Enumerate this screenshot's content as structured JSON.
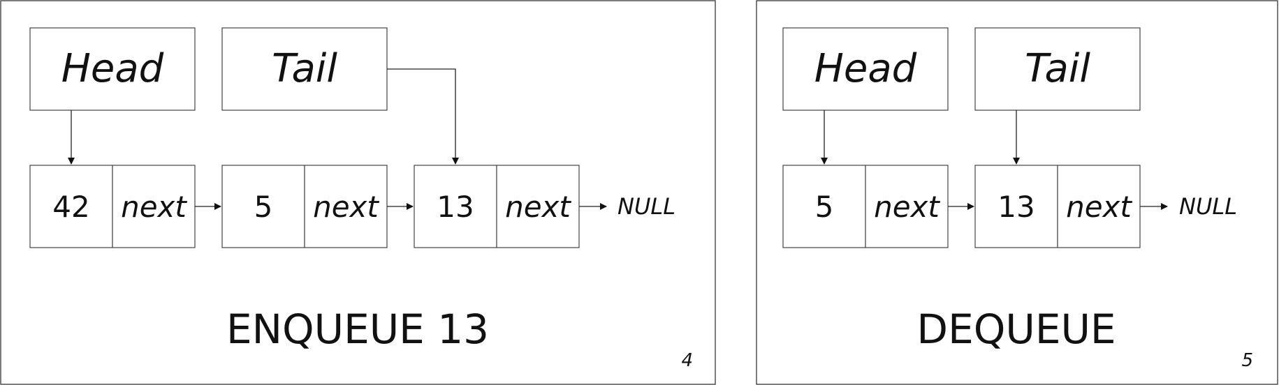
{
  "slides": [
    {
      "head_label": "Head",
      "tail_label": "Tail",
      "nodes": [
        {
          "value": "42",
          "next_label": "next"
        },
        {
          "value": "5",
          "next_label": "next"
        },
        {
          "value": "13",
          "next_label": "next"
        }
      ],
      "null_label": "NULL",
      "operation": "ENQUEUE 13",
      "slide_number": "4"
    },
    {
      "head_label": "Head",
      "tail_label": "Tail",
      "nodes": [
        {
          "value": "5",
          "next_label": "next"
        },
        {
          "value": "13",
          "next_label": "next"
        }
      ],
      "null_label": "NULL",
      "operation": "DEQUEUE",
      "slide_number": "5"
    }
  ]
}
